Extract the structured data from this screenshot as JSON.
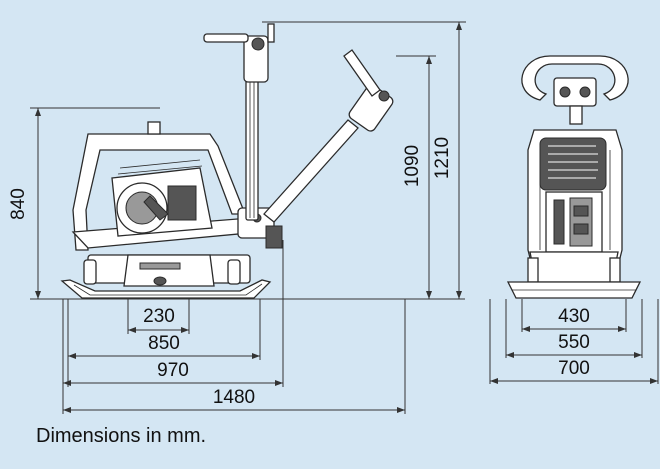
{
  "side_view": {
    "dimensions": {
      "height_frame": "840",
      "height_handle_folded": "1090",
      "height_handle_up": "1210",
      "width_230": "230",
      "width_850": "850",
      "width_970": "970",
      "length_1480": "1480"
    }
  },
  "front_view": {
    "dimensions": {
      "width_430": "430",
      "width_550": "550",
      "width_700": "700"
    }
  },
  "caption": "Dimensions in mm.",
  "colors": {
    "background": "#d4e6f3",
    "line": "#333333",
    "machine_fill": "#ffffff",
    "machine_dark": "#555555"
  }
}
